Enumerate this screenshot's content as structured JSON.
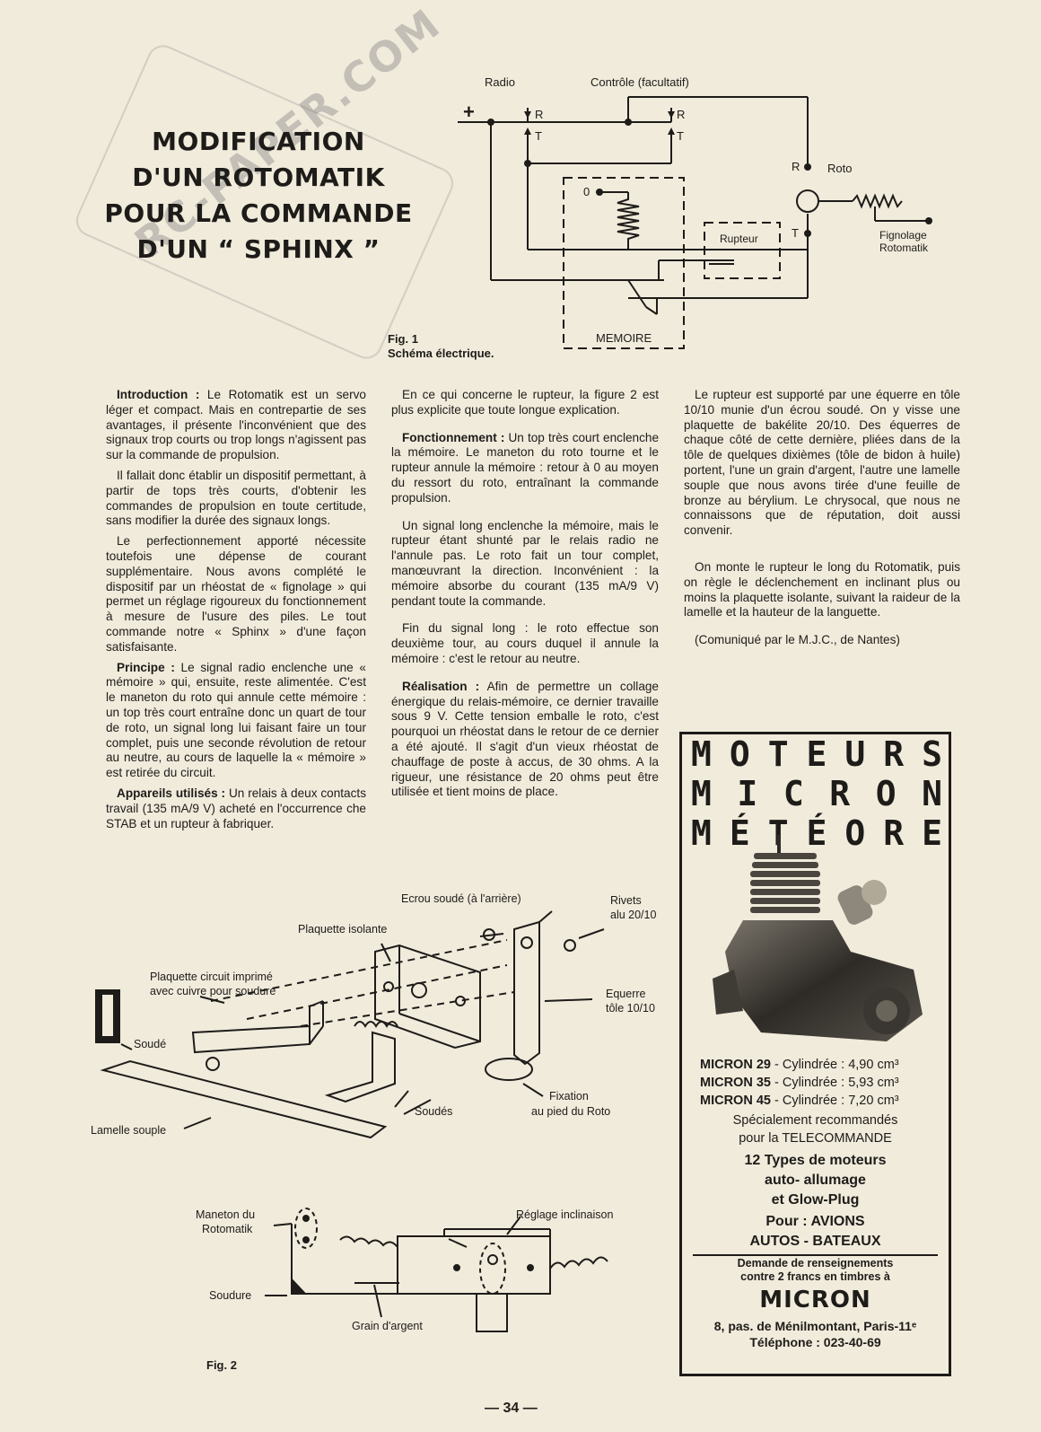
{
  "title": {
    "line1": "MODIFICATION",
    "line2": "D'UN ROTOMATIK",
    "line3": "POUR LA COMMANDE",
    "line4": "D'UN “ SPHINX ”"
  },
  "watermark": "RC-PAPER.COM",
  "fig1": {
    "caption_num": "Fig. 1",
    "caption_text": "Schéma électrique.",
    "labels": {
      "radio": "Radio",
      "controle": "Contrôle (facultatif)",
      "plus": "+",
      "r1": "R",
      "t1": "T",
      "r2": "R",
      "t2": "T",
      "zero": "0",
      "rupteur": "Rupteur",
      "memoire": "MEMOIRE",
      "r_roto": "R",
      "t_roto": "T",
      "roto": "Roto",
      "fignolage1": "Fignolage",
      "fignolage2": "Rotomatik"
    }
  },
  "col1": {
    "p1_head": "Introduction :",
    "p1_body": " Le Rotomatik est un servo léger et compact. Mais en contrepartie de ses avantages, il présente l'inconvénient que des signaux trop courts ou trop longs n'agissent pas sur la commande de propulsion.",
    "p2": "Il fallait donc établir un dispositif permettant, à partir de tops très courts, d'obtenir les commandes de propulsion en toute certitude, sans modifier la durée des signaux longs.",
    "p3": "Le perfectionnement apporté nécessite toutefois une dépense de courant supplémentaire. Nous avons complété le dispositif par un rhéostat de « fignolage » qui permet un réglage rigoureux du fonctionnement à mesure de l'usure des piles. Le tout commande notre « Sphinx » d'une façon satisfaisante.",
    "p4_head": "Principe :",
    "p4_body": " Le signal radio enclenche une « mémoire » qui, ensuite, reste alimentée. C'est le maneton du roto qui annule cette mémoire : un top très court entraîne donc un quart de tour de roto, un signal long lui faisant faire un tour complet, puis une seconde révolution de retour au neutre, au cours de laquelle la « mémoire » est retirée du circuit.",
    "p5_head": "Appareils utilisés :",
    "p5_body": " Un relais à deux contacts travail (135 mA/9 V) acheté en l'occurrence che STAB et un rupteur à fabriquer."
  },
  "col2": {
    "p1": "En ce qui concerne le rupteur, la figure 2 est plus explicite que toute longue explication.",
    "p2_head": "Fonctionnement :",
    "p2_body": " Un top très court enclenche la mémoire. Le maneton du roto tourne et le rupteur annule la mémoire : retour à 0 au moyen du ressort du roto, entraînant la commande propulsion.",
    "p3": "Un signal long enclenche la mémoire, mais le rupteur étant shunté par le relais radio ne l'annule pas. Le roto fait un tour complet, manœuvrant la direction. Inconvénient : la mémoire absorbe du courant (135 mA/9 V) pendant toute la commande.",
    "p4": "Fin du signal long : le roto effectue son deuxième tour, au cours duquel il annule la mémoire : c'est le retour au neutre.",
    "p5_head": "Réalisation :",
    "p5_body": " Afin de permettre un collage énergique du relais-mémoire, ce dernier travaille sous 9 V. Cette tension emballe le roto, c'est pourquoi un rhéostat dans le retour de ce dernier a été ajouté. Il s'agit d'un vieux rhéostat de chauffage de poste à accus, de 30 ohms. A la rigueur, une résistance de 20 ohms peut être utilisée et tient moins de place."
  },
  "col3": {
    "p1": "Le rupteur est supporté par une équerre en tôle 10/10 munie d'un écrou soudé. On y visse une plaquette de bakélite 20/10. Des équerres de chaque côté de cette dernière, pliées dans de la tôle de quelques dixièmes (tôle de bidon à huile) portent, l'une un grain d'argent, l'autre une lamelle souple que nous avons tirée d'une feuille de bronze au bérylium. Le chrysocal, que nous ne connaissons que de réputation, doit aussi convenir.",
    "p2": "On monte le rupteur le long du Rotomatik, puis on règle le déclenchement en inclinant plus ou moins la plaquette isolante, suivant la raideur de la lamelle et la hauteur de la languette.",
    "p3": "(Comuniqué par le M.J.C., de Nantes)"
  },
  "fig2": {
    "caption": "Fig. 2",
    "labels": {
      "ecrou": "Ecrou soudé (à l'arrière)",
      "rivets1": "Rivets",
      "rivets2": "alu 20/10",
      "plaquette_isolante": "Plaquette isolante",
      "plaquette_circuit1": "Plaquette circuit imprimé",
      "plaquette_circuit2": "avec cuivre pour soudure",
      "equerre1": "Equerre",
      "equerre2": "tôle 10/10",
      "soude": "Soudé",
      "soudes": "Soudés",
      "fixation1": "Fixation",
      "fixation2": "au pied du Roto",
      "lamelle": "Lamelle souple",
      "maneton1": "Maneton du",
      "maneton2": "Rotomatik",
      "reglage": "Réglage inclinaison",
      "soudure": "Soudure",
      "grain": "Grain d'argent"
    }
  },
  "ad": {
    "line1": "MOTEURS",
    "line2": "MICRON",
    "line3": "MÉTÉORE",
    "models": [
      {
        "name": "MICRON 29",
        "text": " - Cylindrée : 4,90 cm³"
      },
      {
        "name": "MICRON 35",
        "text": " - Cylindrée : 5,93 cm³"
      },
      {
        "name": "MICRON 45",
        "text": " - Cylindrée : 7,20 cm³"
      }
    ],
    "rec1": "Spécialement recommandés",
    "rec2": "pour la TELECOMMANDE",
    "types1": "12 Types de moteurs",
    "types2": "auto- allumage",
    "types3": "et Glow-Plug",
    "pour1": "Pour : AVIONS",
    "pour2": "AUTOS - BATEAUX",
    "demande1": "Demande de renseignements",
    "demande2": "contre 2 francs en timbres à",
    "brand": "MICRON",
    "address": "8, pas. de Ménilmontant, Paris-11ᵉ",
    "phone": "Téléphone : 023-40-69"
  },
  "page_number": "— 34 —"
}
